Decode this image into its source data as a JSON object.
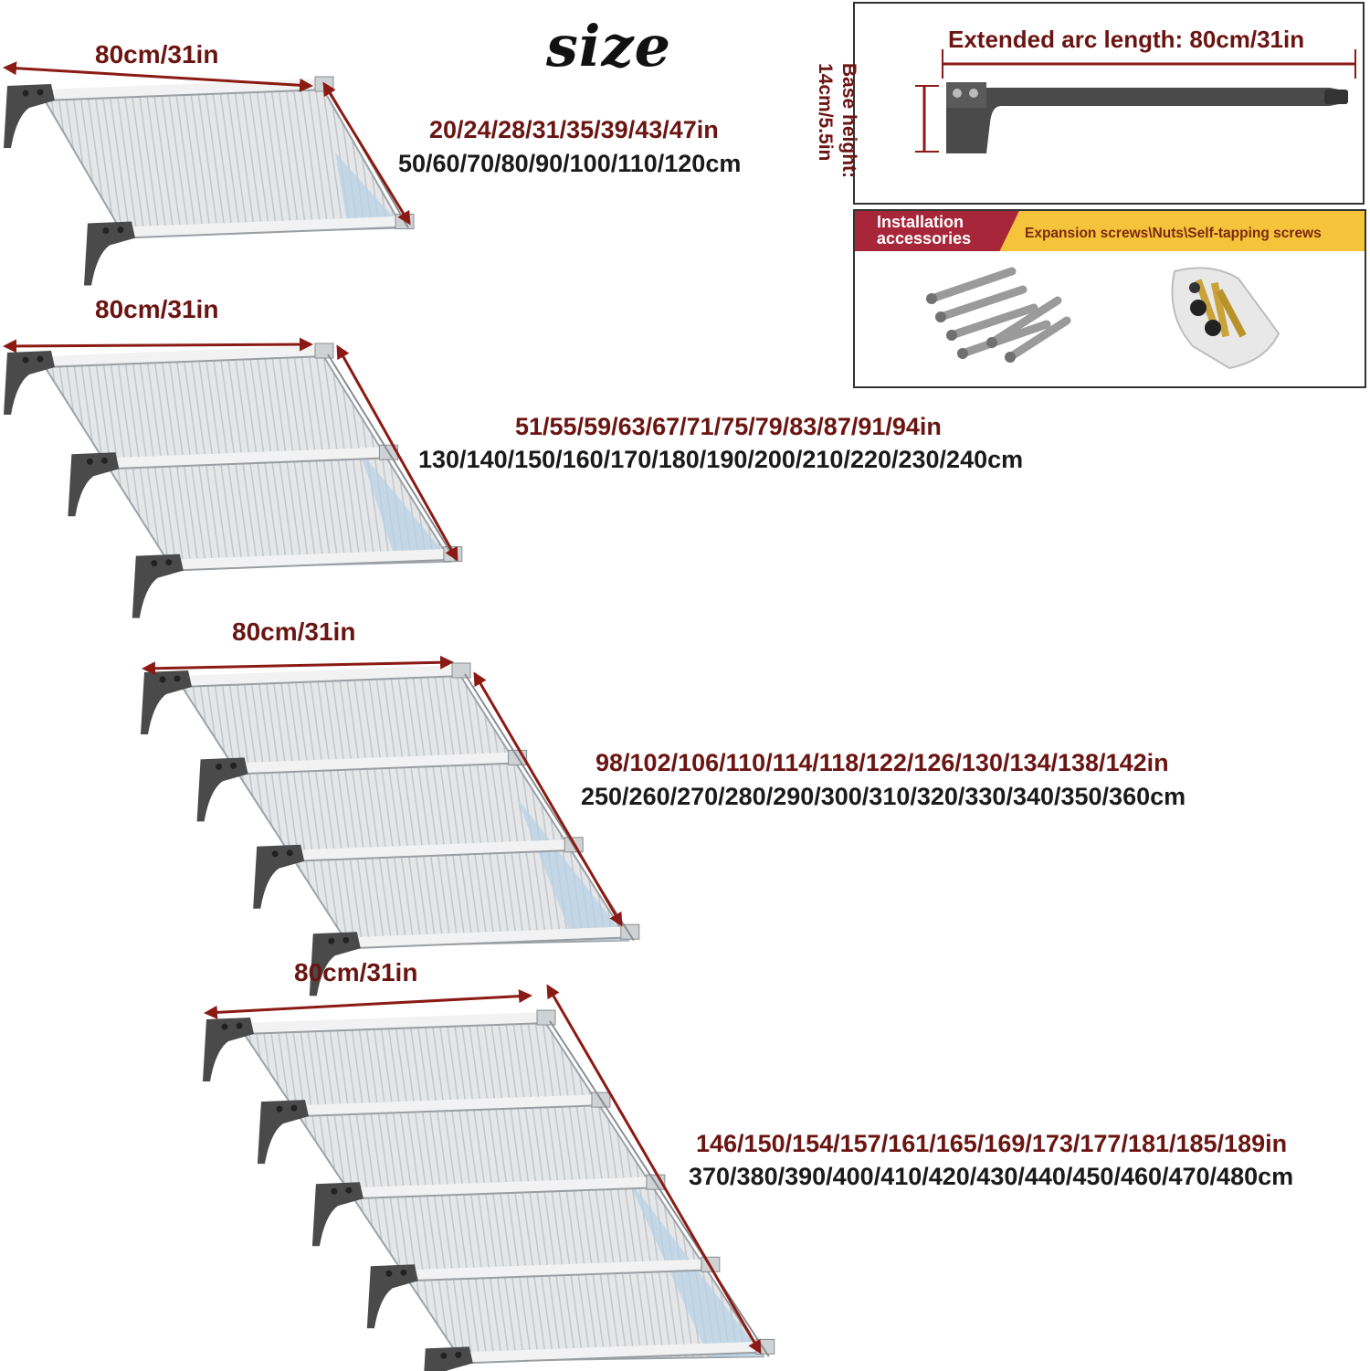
{
  "title": "size",
  "width_label": "80cm/31in",
  "variants": [
    {
      "lengths_in": "20/24/28/31/35/39/43/47in",
      "lengths_cm": "50/60/70/80/90/100/110/120cm",
      "brackets": 2
    },
    {
      "lengths_in": "51/55/59/63/67/71/75/79/83/87/91/94in",
      "lengths_cm": "130/140/150/160/170/180/190/200/210/220/230/240cm",
      "brackets": 3
    },
    {
      "lengths_in": "98/102/106/110/114/118/122/126/130/134/138/142in",
      "lengths_cm": "250/260/270/280/290/300/310/320/330/340/350/360cm",
      "brackets": 4
    },
    {
      "lengths_in": "146/150/154/157/161/165/169/173/177/181/185/189in",
      "lengths_cm": "370/380/390/400/410/420/430/440/450/460/470/480cm",
      "brackets": 5
    }
  ],
  "bracket_detail": {
    "arc_length_label": "Extended arc length: 80cm/31in",
    "base_height_label": "Base height:",
    "base_height_value": "14cm/5.5in"
  },
  "accessories": {
    "title_line1": "Installation",
    "title_line2": "accessories",
    "items": "Expansion screws\\Nuts\\Self-tapping screws"
  },
  "colors": {
    "label_dark_red": "#6b1512",
    "arrow_red": "#8b1a14",
    "bracket_gray": "#4a4a4a",
    "accessory_banner_red": "#a8263a",
    "accessory_banner_yellow": "#f5c43b"
  }
}
